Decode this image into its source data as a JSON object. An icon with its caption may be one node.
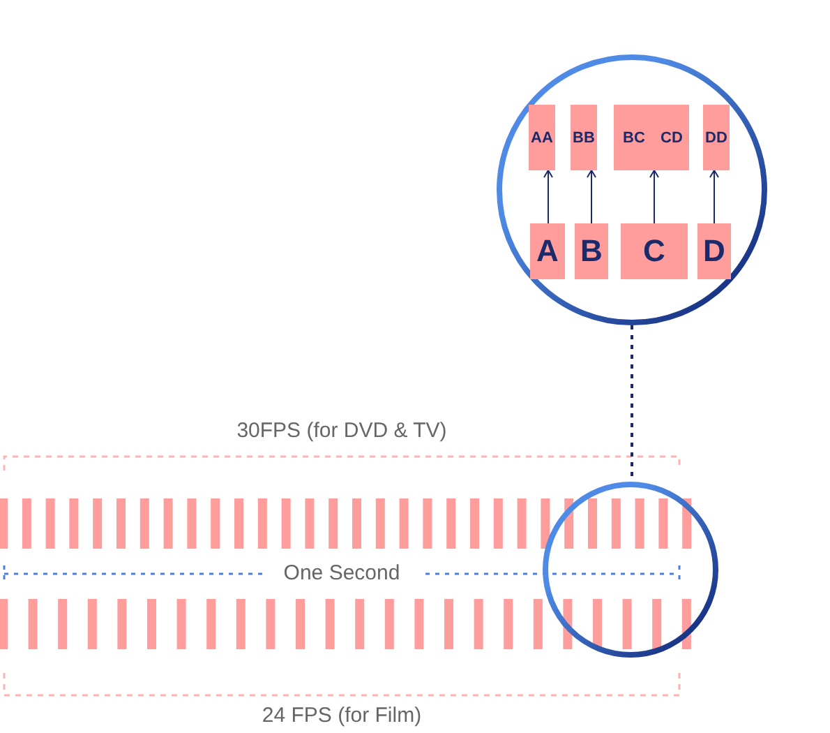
{
  "diagram": {
    "nodes": [
      {
        "text": [],
        "shape": "circle"
      },
      {
        "text": [
          "AA"
        ],
        "in": 0
      },
      {
        "text": [
          "BB"
        ],
        "in": 0
      },
      {
        "text": [
          "BC"
        ],
        "in": 0
      },
      {
        "text": [
          "CD"
        ],
        "in": 0
      },
      {
        "text": [
          "DD"
        ],
        "in": 0
      },
      {
        "text": [
          "A"
        ],
        "in": 0
      },
      {
        "text": [
          "B"
        ],
        "in": 0
      },
      {
        "text": [
          "C"
        ],
        "in": 0
      },
      {
        "text": [
          "D"
        ],
        "in": 0
      },
      {
        "text": [],
        "shape": "circle"
      }
    ],
    "edges": [
      {
        "from": 6,
        "to": 1,
        "arrow": "to"
      },
      {
        "from": 7,
        "to": 2,
        "arrow": "to"
      },
      {
        "from": 8,
        "to": 3,
        "arrow": "to"
      },
      {
        "from": 8,
        "to": 4,
        "arrow": "to"
      },
      {
        "from": 9,
        "to": 5,
        "arrow": "to"
      },
      {
        "from": 0,
        "to": 10,
        "arrow": "none",
        "style": "dashed"
      }
    ],
    "labels": [
      "30FPS (for DVD & TV)",
      "One Second",
      "24 FPS (for Film)"
    ]
  }
}
